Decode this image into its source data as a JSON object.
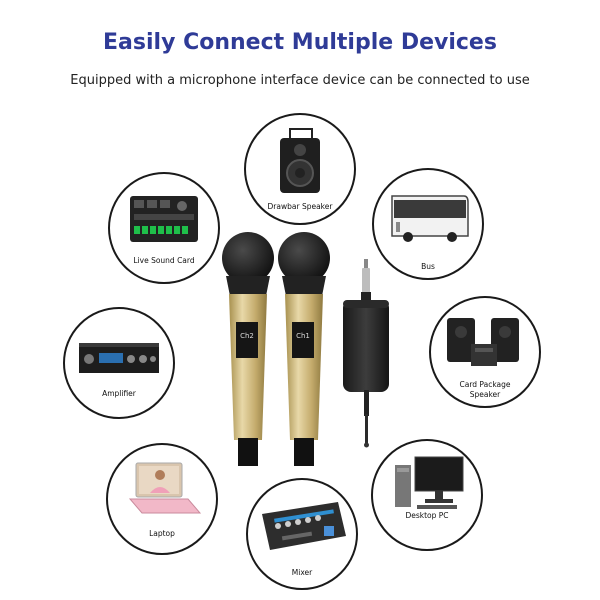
{
  "title": "Easily Connect Multiple Devices",
  "subtitle": "Equipped with a microphone interface device can be connected to use",
  "devices": {
    "drawbar_speaker": "Drawbar Speaker",
    "live_sound_card": "Live Sound Card",
    "bus": "Bus",
    "amplifier": "Amplifier",
    "card_package_speaker_1": "Card Package",
    "card_package_speaker_2": "Speaker",
    "laptop": "Laptop",
    "mixer": "Mixer",
    "desktop_pc": "Desktop PC"
  },
  "mic_display_1": "Ch2",
  "mic_display_2": "Ch1",
  "colors": {
    "title": "#2f3b97",
    "mic_body": "#c9b27a",
    "mic_grille": "#1b1b1b"
  }
}
